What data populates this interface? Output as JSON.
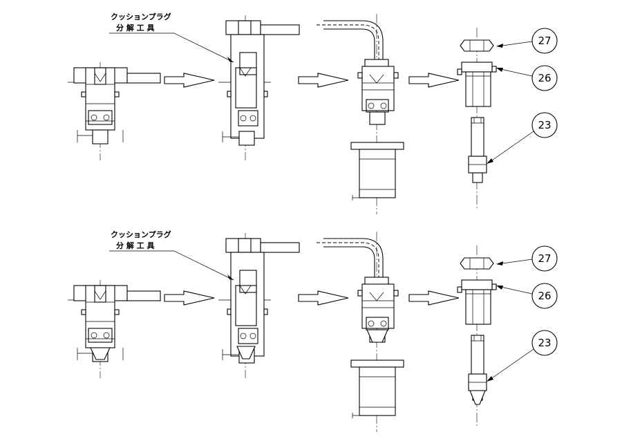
{
  "labels": {
    "tool_line1": "クッションプラグ",
    "tool_line2": "分 解 工 具"
  },
  "callouts": [
    "27",
    "26",
    "23"
  ],
  "rows": [
    {
      "id": "row-top"
    },
    {
      "id": "row-bottom"
    }
  ]
}
